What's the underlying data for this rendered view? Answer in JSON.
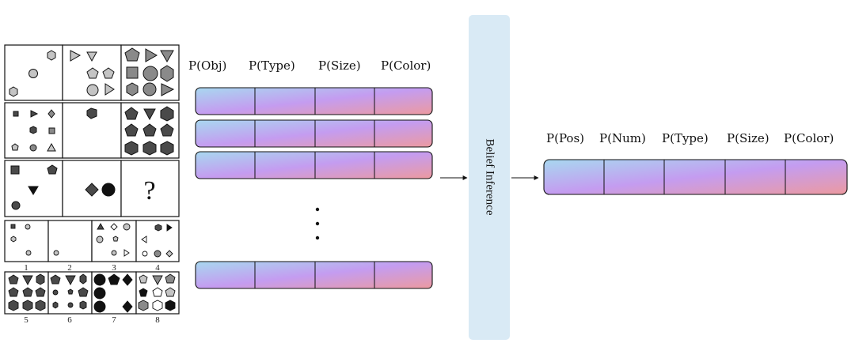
{
  "object_header": [
    "P(Obj)",
    "P(Type)",
    "P(Size)",
    "P(Color)"
  ],
  "panel_header": [
    "P(Pos)",
    "P(Num)",
    "P(Type)",
    "P(Size)",
    "P(Color)"
  ],
  "inference_label": "Belief Inference",
  "question_mark": "?",
  "answer_numbers": [
    "1",
    "2",
    "3",
    "4",
    "5",
    "6",
    "7",
    "8"
  ],
  "object_vector_count": 4,
  "colors": {
    "gradient_start": "#a8d8f0",
    "gradient_mid": "#c49cf0",
    "gradient_end": "#ec9aa0",
    "inference_bar": "#d9eaf5",
    "shape_light": "#c4c4c4",
    "shape_mid": "#8a8a8a",
    "shape_dark": "#4a4a4a",
    "shape_black": "#111111"
  }
}
